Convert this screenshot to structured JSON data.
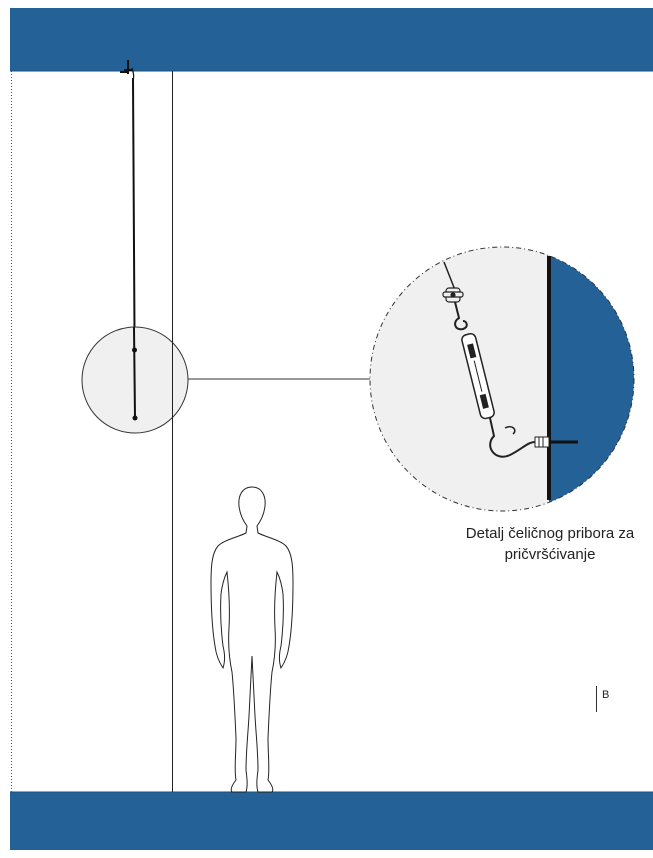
{
  "colors": {
    "wall_blue": "#236196",
    "detail_bg": "#f0f0f0",
    "line": "#111111"
  },
  "caption": {
    "line1": "Detalj čeličnog pribora za",
    "line2": "pričvršćivanje"
  },
  "marker_label": "B",
  "icons": [
    "ceiling-anchor-icon",
    "turnbuckle-icon",
    "wire-clamp-icon",
    "hook-icon",
    "human-figure-icon"
  ]
}
